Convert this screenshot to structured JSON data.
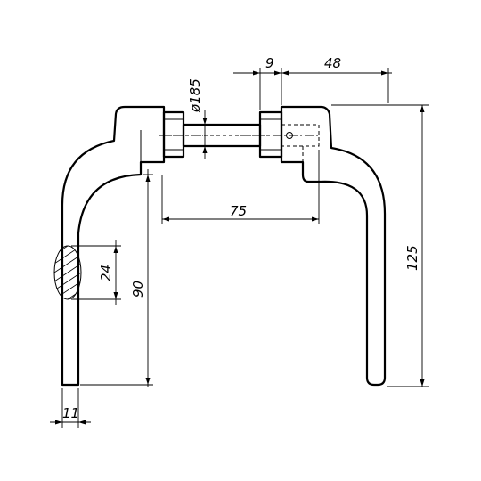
{
  "drawing": {
    "labels": {
      "width_9": "9",
      "width_48": "48",
      "diameter": "ø185",
      "spacing_75": "75",
      "height_125": "125",
      "height_90": "90",
      "section_24": "24",
      "thickness_11": "11"
    },
    "ink_color": "#000000",
    "background": "#ffffff"
  }
}
